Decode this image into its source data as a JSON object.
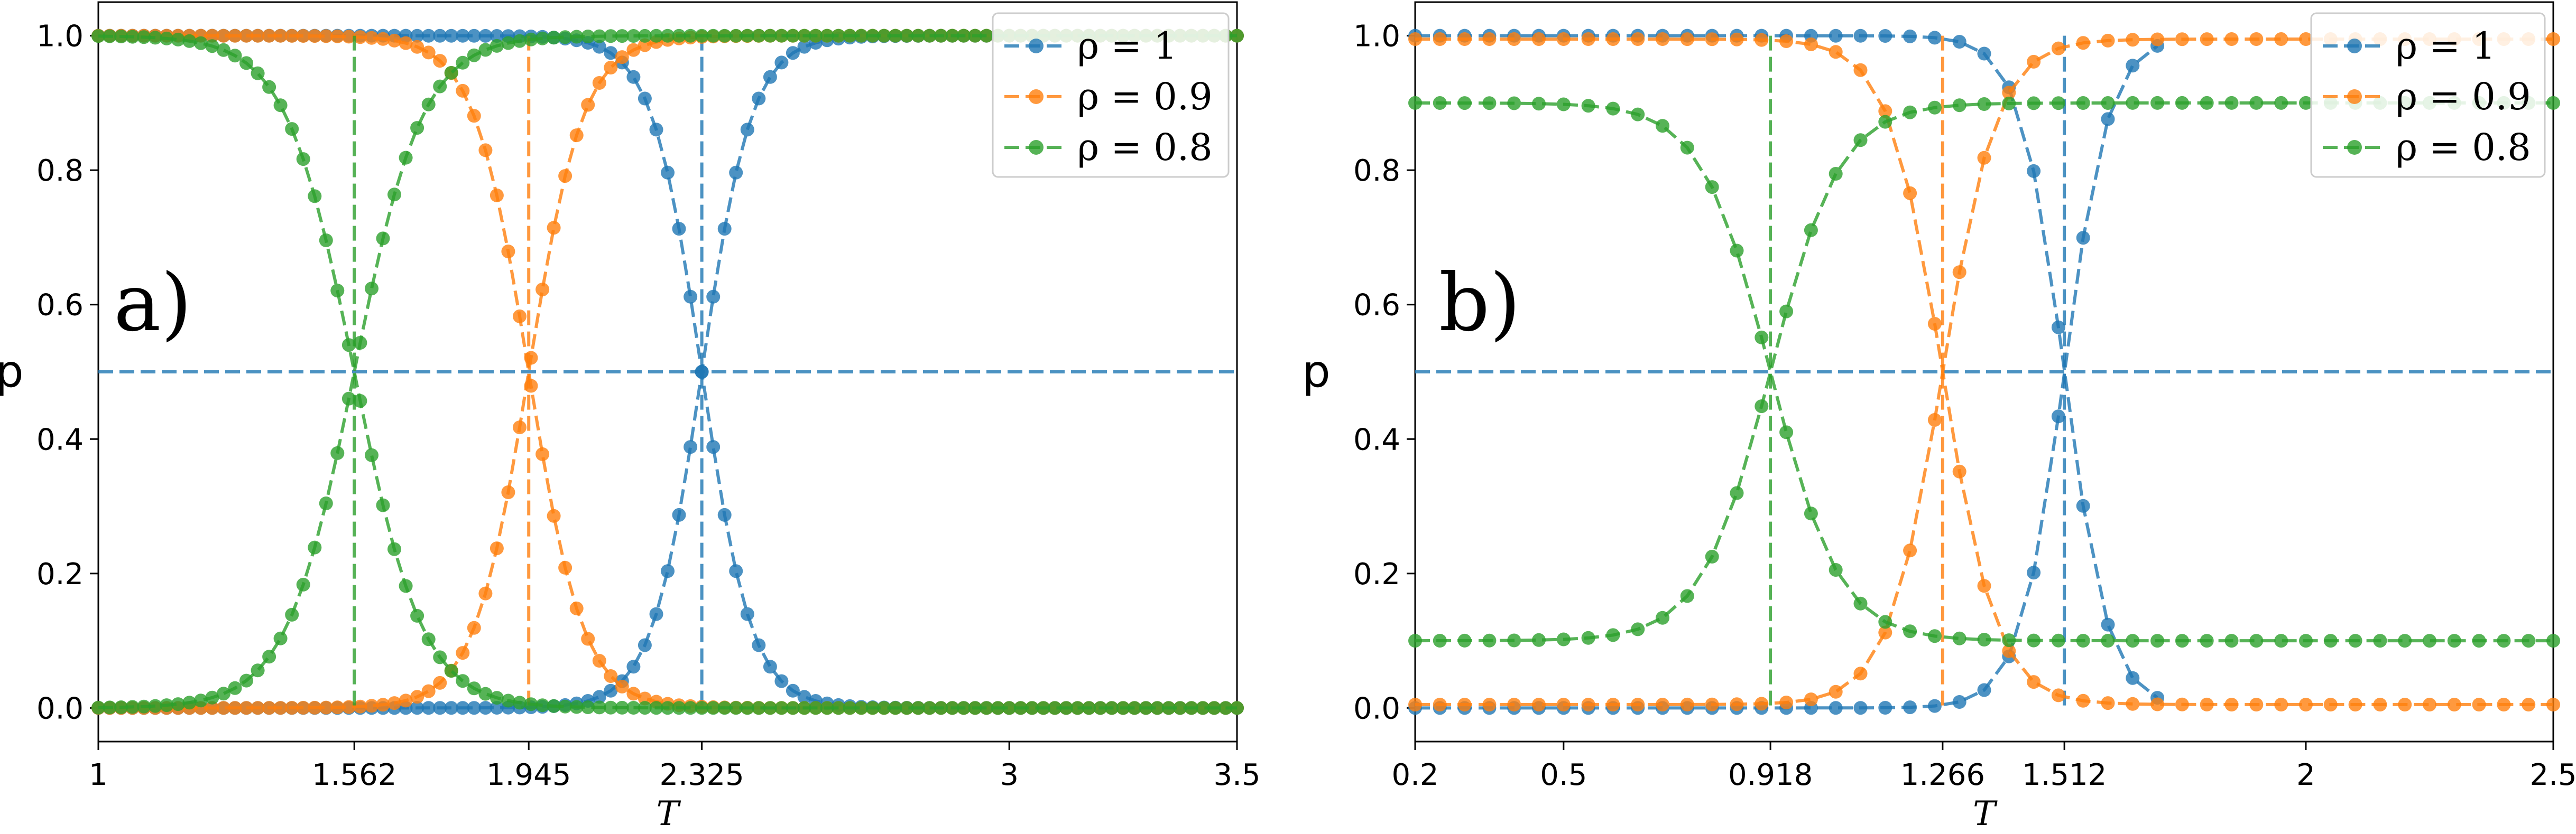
{
  "chart_data": [
    {
      "type": "line",
      "panel_label": "a)",
      "xlabel": "T",
      "ylabel": "p",
      "xlim": [
        1,
        3.5
      ],
      "ylim": [
        -0.05,
        1.05
      ],
      "xticks": [
        1,
        1.562,
        1.945,
        2.325,
        3,
        3.5
      ],
      "xtick_labels": [
        "1",
        "1.562",
        "1.945",
        "2.325",
        "3",
        "3.5"
      ],
      "yticks": [
        0.0,
        0.2,
        0.4,
        0.6,
        0.8,
        1.0
      ],
      "ytick_labels": [
        "0.0",
        "0.2",
        "0.4",
        "0.6",
        "0.8",
        "1.0"
      ],
      "legend_position": "top-right",
      "critical_T": [
        2.325,
        1.945,
        1.562
      ],
      "horizontal_line": 0.5,
      "series": [
        {
          "name": "ρ = 1",
          "color": "#1f77b4",
          "Tc": 2.325,
          "width": 0.055,
          "t_min": 1.0,
          "t_max": 3.5,
          "step": 0.025
        },
        {
          "name": "ρ = 0.9",
          "color": "#ff7f0e",
          "Tc": 1.945,
          "width": 0.06,
          "t_min": 1.0,
          "t_max": 3.5,
          "step": 0.025
        },
        {
          "name": "ρ = 0.8",
          "color": "#2ca02c",
          "Tc": 1.562,
          "width": 0.075,
          "t_min": 1.0,
          "t_max": 3.5,
          "step": 0.025
        }
      ]
    },
    {
      "type": "line",
      "panel_label": "b)",
      "xlabel": "T",
      "ylabel": "p",
      "xlim": [
        0.2,
        2.5
      ],
      "ylim": [
        -0.05,
        1.05
      ],
      "xticks": [
        0.2,
        0.5,
        0.918,
        1.266,
        1.512,
        2,
        2.5
      ],
      "xtick_labels": [
        "0.2",
        "0.5",
        "0.918",
        "1.266",
        "1.512",
        "2",
        "2.5"
      ],
      "yticks": [
        0.0,
        0.2,
        0.4,
        0.6,
        0.8,
        1.0
      ],
      "ytick_labels": [
        "0.0",
        "0.2",
        "0.4",
        "0.6",
        "0.8",
        "1.0"
      ],
      "legend_position": "top-right",
      "critical_T": [
        1.512,
        1.266,
        0.918
      ],
      "horizontal_line": 0.5,
      "series": [
        {
          "name": "ρ = 1",
          "color": "#1f77b4",
          "Tc": 1.512,
          "width": 0.045,
          "low": 0.0,
          "high": 1.0,
          "t_min": 0.2,
          "t_max": 1.71,
          "step": 0.05
        },
        {
          "name": "ρ = 0.9",
          "color": "#ff7f0e",
          "Tc": 1.266,
          "width": 0.055,
          "low": 0.005,
          "high": 0.995,
          "t_min": 0.2,
          "t_max": 2.5,
          "step": 0.05
        },
        {
          "name": "ρ = 0.8",
          "color": "#2ca02c",
          "Tc": 0.918,
          "width": 0.07,
          "low": 0.1,
          "high": 0.9,
          "t_min": 0.2,
          "t_max": 2.5,
          "step": 0.05
        }
      ]
    }
  ],
  "legend_labels": [
    "ρ = 1",
    "ρ = 0.9",
    "ρ = 0.8"
  ]
}
